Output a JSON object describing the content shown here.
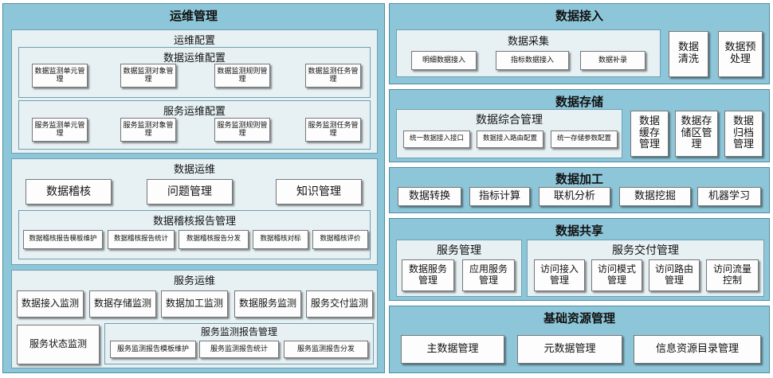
{
  "left": {
    "title": "运维管理",
    "ops_config": {
      "title": "运维配置",
      "data_ops_config": {
        "title": "数据运维配置",
        "items": [
          "数据监测单元管理",
          "数据监测对象管理",
          "数据监测规则管理",
          "数据监测任务管理"
        ]
      },
      "service_ops_config": {
        "title": "服务运维配置",
        "items": [
          "服务监测单元管理",
          "服务监测对象管理",
          "服务监测规则管理",
          "服务监测任务管理"
        ]
      }
    },
    "data_ops": {
      "title": "数据运维",
      "items": [
        "数据稽核",
        "问题管理",
        "知识管理"
      ],
      "audit_report": {
        "title": "数据稽核报告管理",
        "items": [
          "数据稽核报告模板维护",
          "数据稽核报告统计",
          "数据稽核报告分发",
          "数据稽核对标",
          "数据稽核评价"
        ]
      }
    },
    "service_ops": {
      "title": "服务运维",
      "items": [
        "数据接入监测",
        "数据存储监测",
        "数据加工监测",
        "数据服务监测",
        "服务交付监测"
      ],
      "status": "服务状态监测",
      "report": {
        "title": "服务监测报告管理",
        "items": [
          "服务监测报告模板维护",
          "服务监测报告统计",
          "服务监测报告分发"
        ]
      }
    }
  },
  "right": {
    "access": {
      "title": "数据接入",
      "collect": {
        "title": "数据采集",
        "items": [
          "明细数据接入",
          "指标数据接入",
          "数据补录"
        ]
      },
      "side": [
        "数据清洗",
        "数据预处理"
      ]
    },
    "storage": {
      "title": "数据存储",
      "integrated": {
        "title": "数据综合管理",
        "items": [
          "统一数据接入接口",
          "数据接入路由配置",
          "统一存储参数配置"
        ]
      },
      "side": [
        "数据缓存管理",
        "数据存储区管理",
        "数据归档管理"
      ]
    },
    "processing": {
      "title": "数据加工",
      "items": [
        "数据转换",
        "指标计算",
        "联机分析",
        "数据挖掘",
        "机器学习"
      ]
    },
    "sharing": {
      "title": "数据共享",
      "service_mgmt": {
        "title": "服务管理",
        "items": [
          "数据服务管理",
          "应用服务管理"
        ]
      },
      "delivery": {
        "title": "服务交付管理",
        "items": [
          "访问接入管理",
          "访问模式管理",
          "访问路由管理",
          "访问流量控制"
        ]
      }
    },
    "base": {
      "title": "基础资源管理",
      "items": [
        "主数据管理",
        "元数据管理",
        "信息资源目录管理"
      ]
    }
  }
}
